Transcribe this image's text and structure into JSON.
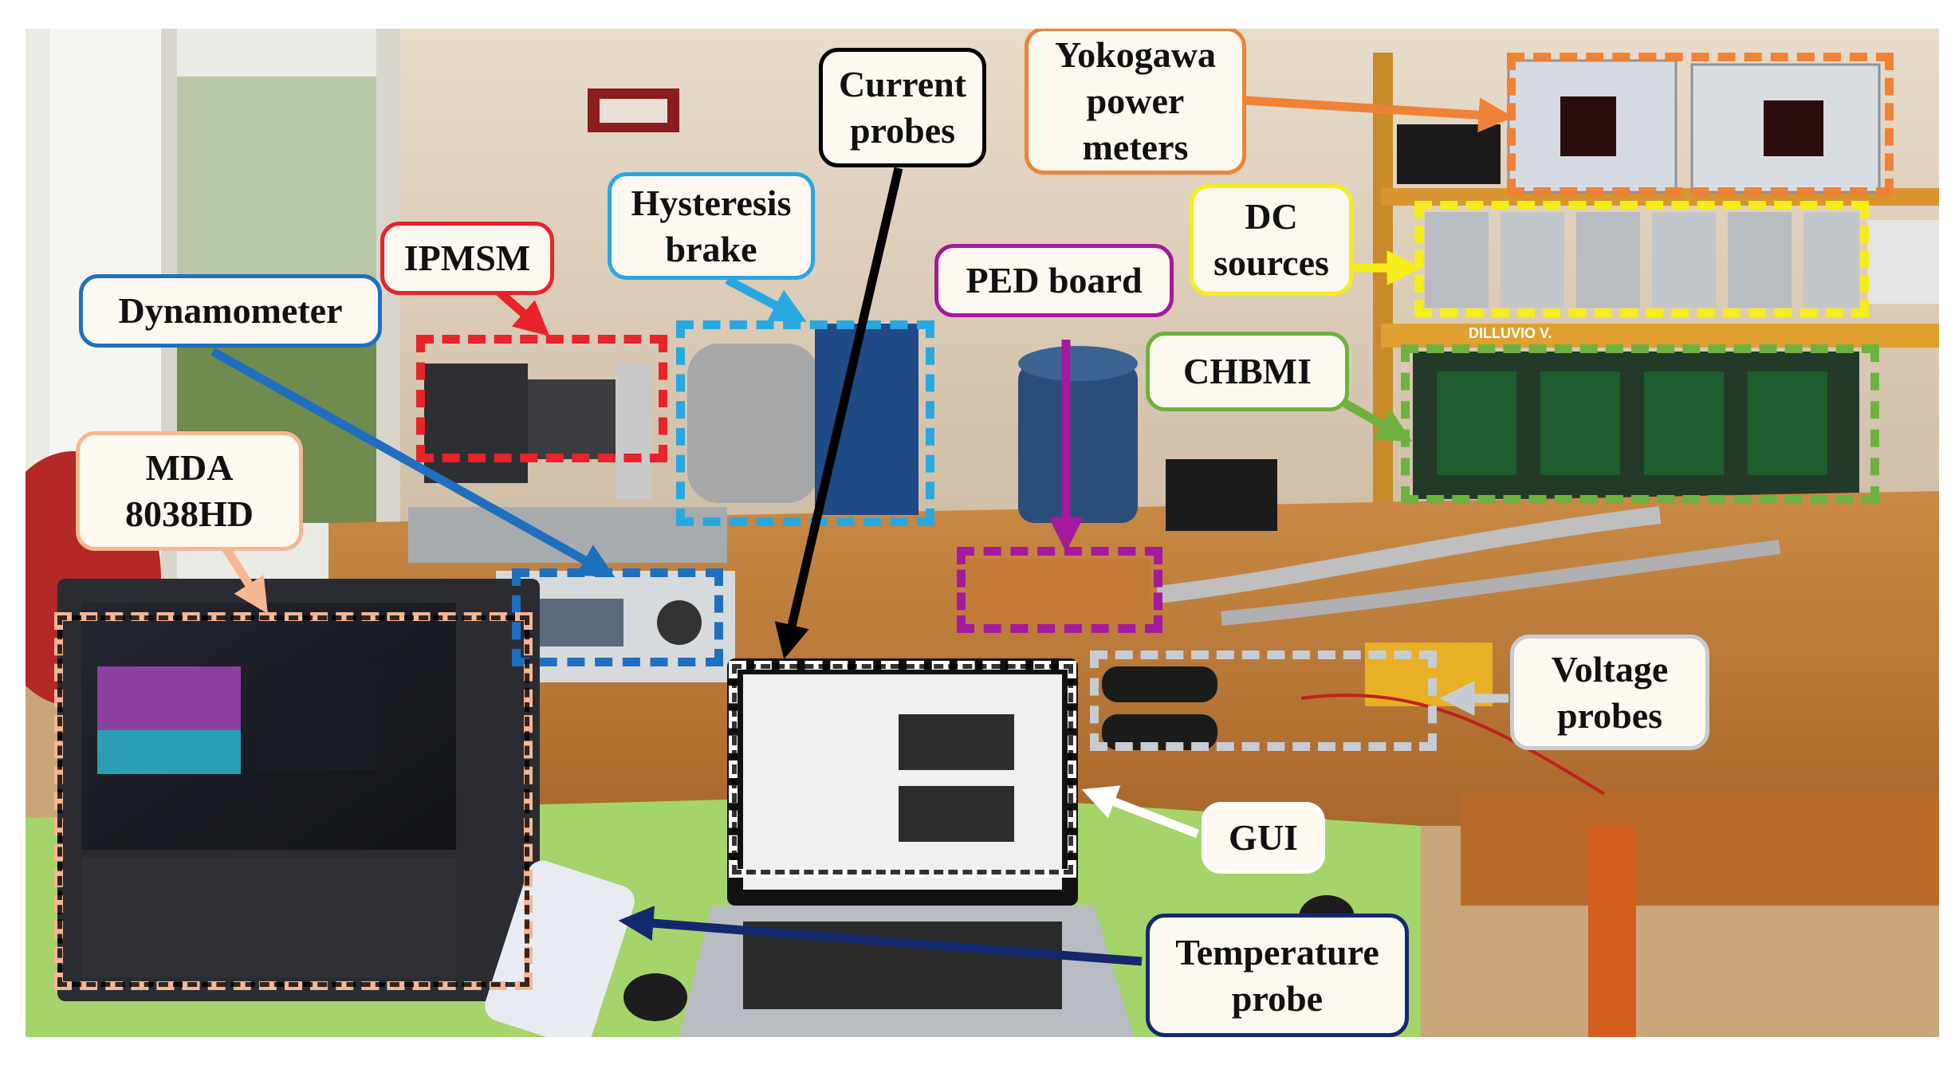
{
  "labels": {
    "current_probes": [
      "Current",
      "probes"
    ],
    "yokogawa": [
      "Yokogawa",
      "power",
      "meters"
    ],
    "hysteresis_brake": [
      "Hysteresis",
      "brake"
    ],
    "ipmsm": "IPMSM",
    "dc_sources": [
      "DC",
      "sources"
    ],
    "ped_board": "PED board",
    "dynamometer": "Dynamometer",
    "chbmi": "CHBMI",
    "mda": [
      "MDA",
      "8038HD"
    ],
    "voltage_probes": [
      "Voltage",
      "probes"
    ],
    "gui": "GUI",
    "temperature_probe": [
      "Temperature",
      "probe"
    ]
  },
  "equipment_text": {
    "dilluvio": "DILLUVIO V."
  },
  "colors": {
    "red": "#e8232a",
    "light_blue": "#28a8e0",
    "dark_blue": "#1f6fc0",
    "purple": "#a4199e",
    "orange": "#ef8236",
    "yellow": "#f5ee1c",
    "green": "#6fb13f",
    "peach": "#f6b795",
    "gray": "#c7ccd3",
    "black": "#000000",
    "white": "#ffffff",
    "navy": "#14286e"
  }
}
